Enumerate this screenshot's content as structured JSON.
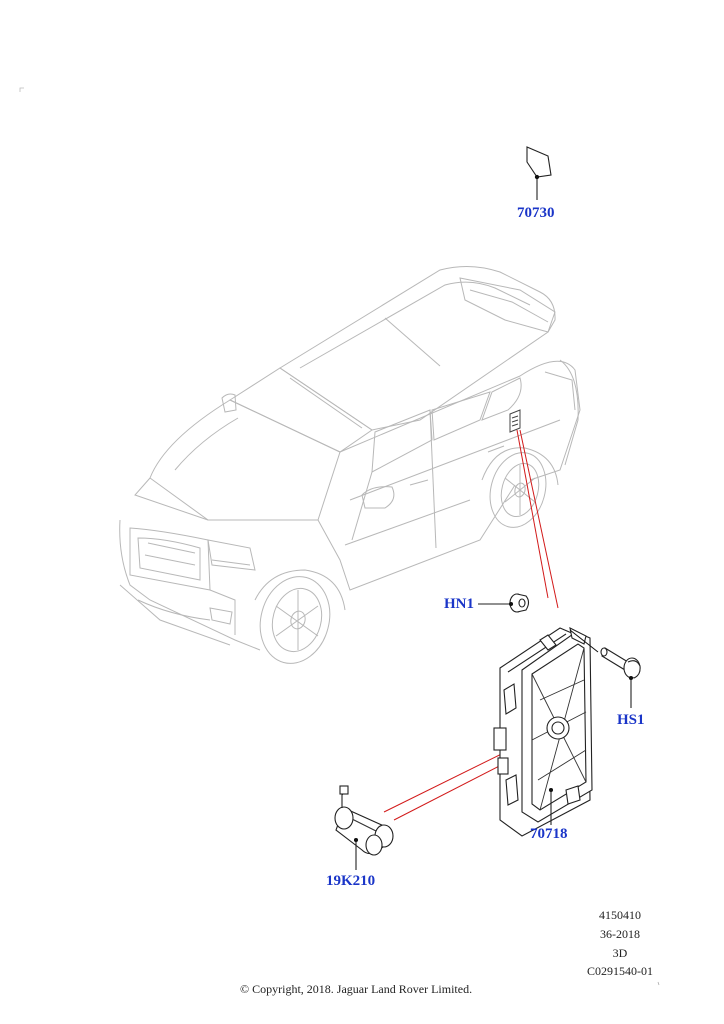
{
  "callouts": {
    "part_70730": "70730",
    "part_hn1": "HN1",
    "part_hs1": "HS1",
    "part_70718": "70718",
    "part_19k210": "19K210"
  },
  "info_block": {
    "line1": "4150410",
    "line2": "36-2018",
    "line3": "3D",
    "line4": "C0291540-01"
  },
  "copyright": "© Copyright, 2018. Jaguar Land Rover Limited.",
  "colors": {
    "callout_text": "#1a35c8",
    "highlight_lines": "#d21a1a",
    "vehicle_outline": "#b8b8b8"
  }
}
